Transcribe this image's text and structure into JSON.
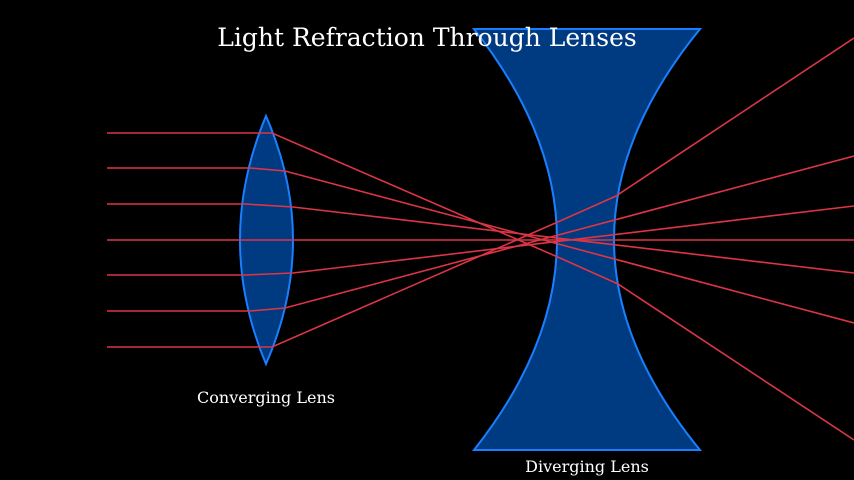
{
  "title": "Light Refraction Through Lenses",
  "lenses": {
    "converging_label": "Converging Lens",
    "diverging_label": "Diverging Lens"
  },
  "colors": {
    "background": "#000000",
    "lens_fill": "#003a80",
    "lens_stroke": "#1a7fff",
    "ray": "#dc3545",
    "text": "#ffffff"
  },
  "ray_count": 7
}
